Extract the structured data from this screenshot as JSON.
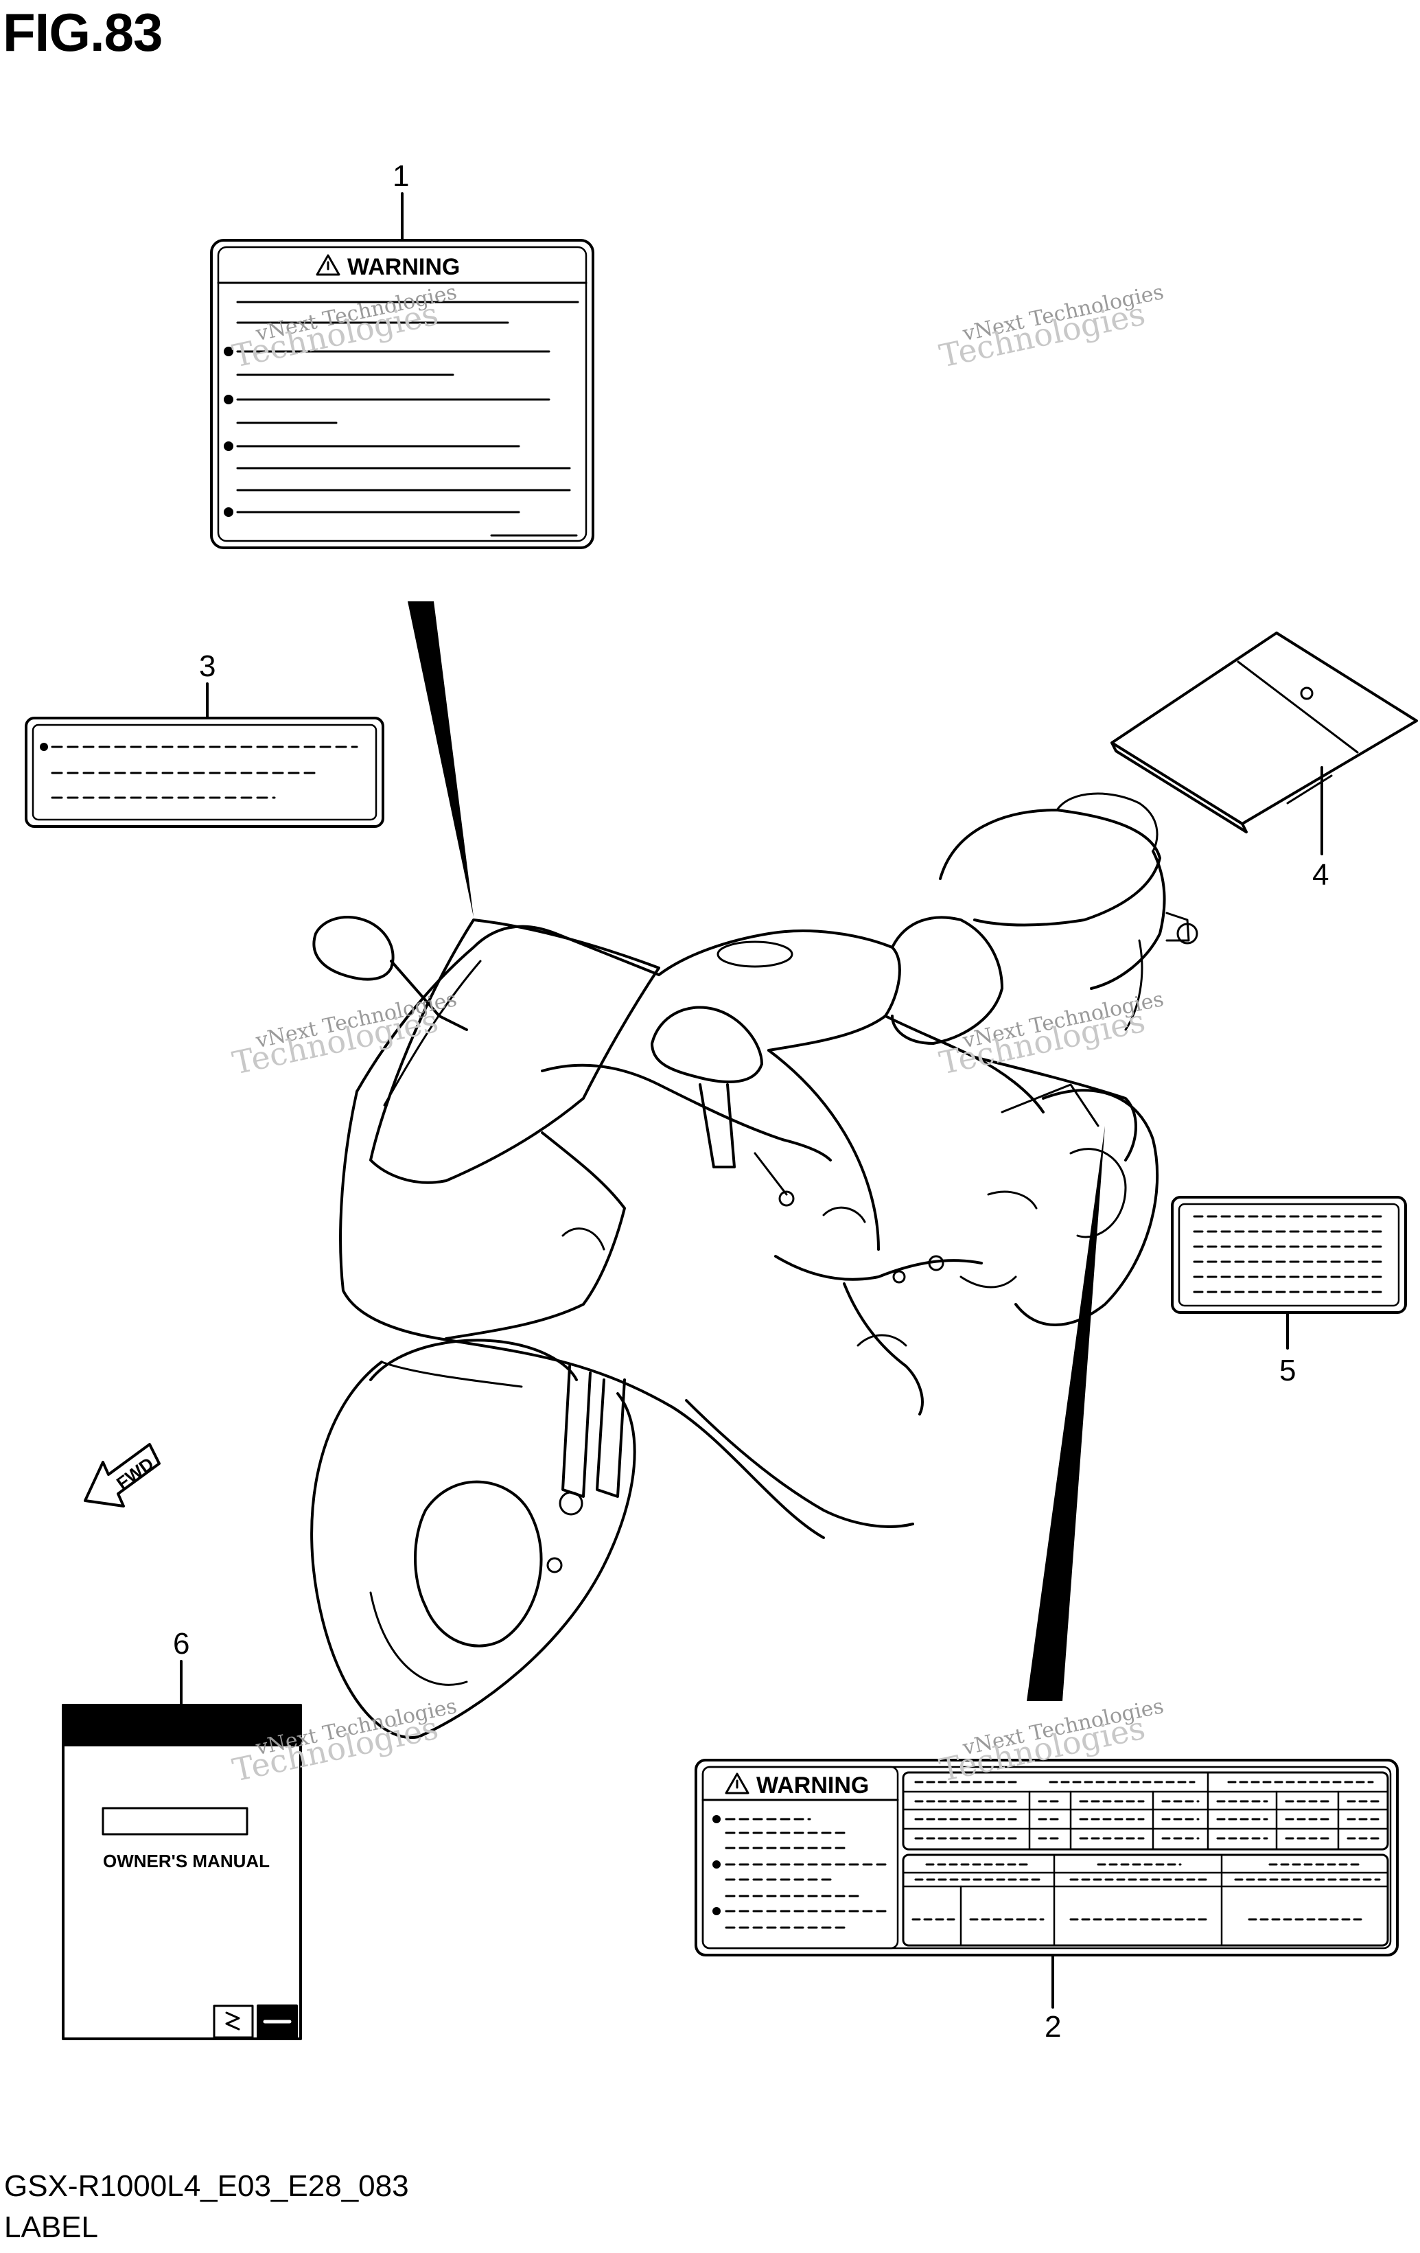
{
  "figure": {
    "title": "FIG.83",
    "code": "GSX-R1000L4_E03_E28_083",
    "name": "LABEL"
  },
  "callouts": [
    "1",
    "2",
    "3",
    "4",
    "5",
    "6"
  ],
  "labels": {
    "warning_text": "WARNING",
    "manual_text": "OWNER'S MANUAL",
    "fwd_text": "FWD"
  },
  "watermark": {
    "line1": "vNext Technologies",
    "line2": "Technologies"
  }
}
